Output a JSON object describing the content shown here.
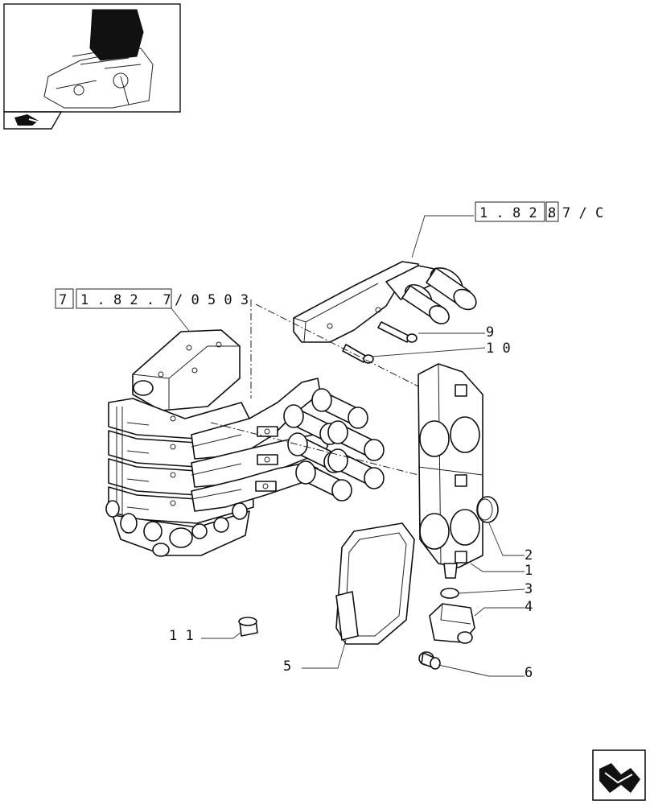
{
  "thumbnail": {
    "icon": "tractor-location-thumbnail"
  },
  "refs": {
    "top_right": {
      "box1": "1 . 8 2 .",
      "box2": "8",
      "rest": "7 / C"
    },
    "left": {
      "box1": "7",
      "box2": "1 . 8 2 . 7",
      "rest": "/ 0 5   0 3"
    }
  },
  "callouts": {
    "c1": "1",
    "c2": "2",
    "c3": "3",
    "c4": "4",
    "c5": "5",
    "c6": "6",
    "c9": "9",
    "c10": "1 0",
    "c11": "1 1"
  },
  "nav": {
    "icon": "next-page-arrow-icon"
  }
}
